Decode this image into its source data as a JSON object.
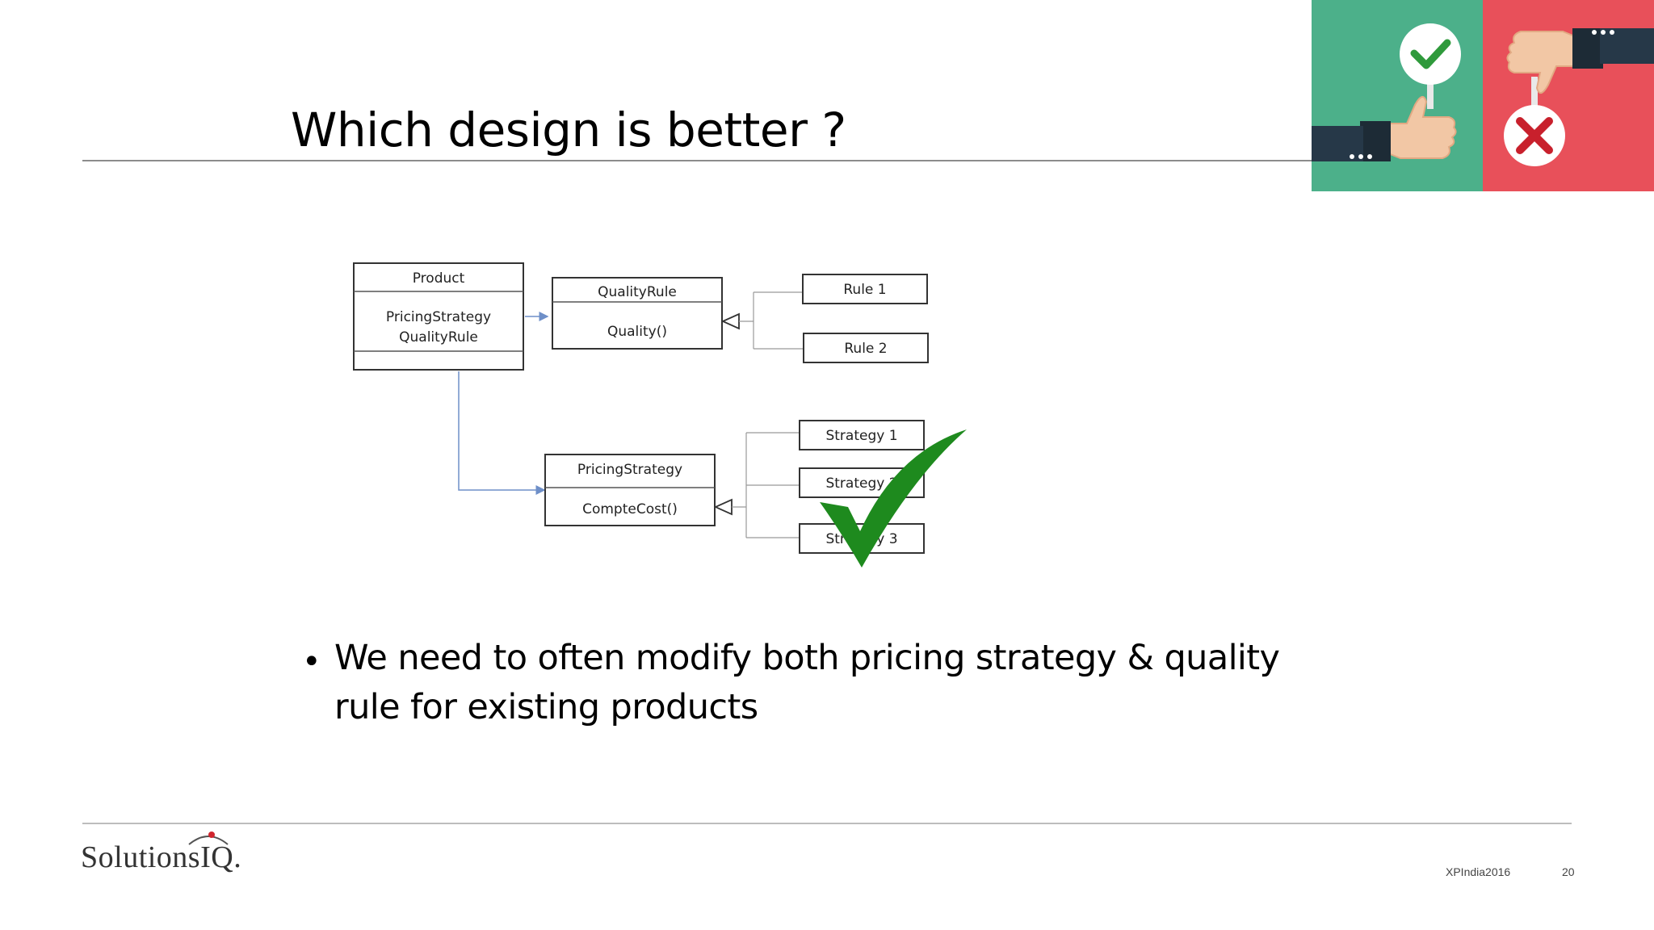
{
  "slide": {
    "title": "Which design is better ?",
    "bullet": {
      "line1": "We need to often modify both pricing strategy & quality",
      "line2": "rule for existing products"
    },
    "footer": {
      "logo_text": "SolutionsIQ.",
      "event": "XPIndia2016",
      "page_number": "20"
    }
  },
  "diagram": {
    "product": {
      "name": "Product",
      "attributes": [
        "PricingStrategy",
        "QualityRule"
      ]
    },
    "quality_rule": {
      "name": "QualityRule",
      "method": "Quality()"
    },
    "rule1": "Rule 1",
    "rule2": "Rule 2",
    "pricing_strategy": {
      "name": "PricingStrategy",
      "method": "CompteCost()"
    },
    "strategy1": "Strategy 1",
    "strategy2": "Strategy 2",
    "strategy3": "Strategy 3"
  },
  "illustration": {
    "left_panel_color": "#4cb08a",
    "right_panel_color": "#e8505a",
    "approve_icon": "thumbs-up-check-icon",
    "reject_icon": "thumbs-down-cross-icon"
  },
  "verdict_icon": "green-checkmark-icon",
  "colors": {
    "check_green": "#1e8a1e",
    "arrow_blue": "#6e8fc8"
  }
}
